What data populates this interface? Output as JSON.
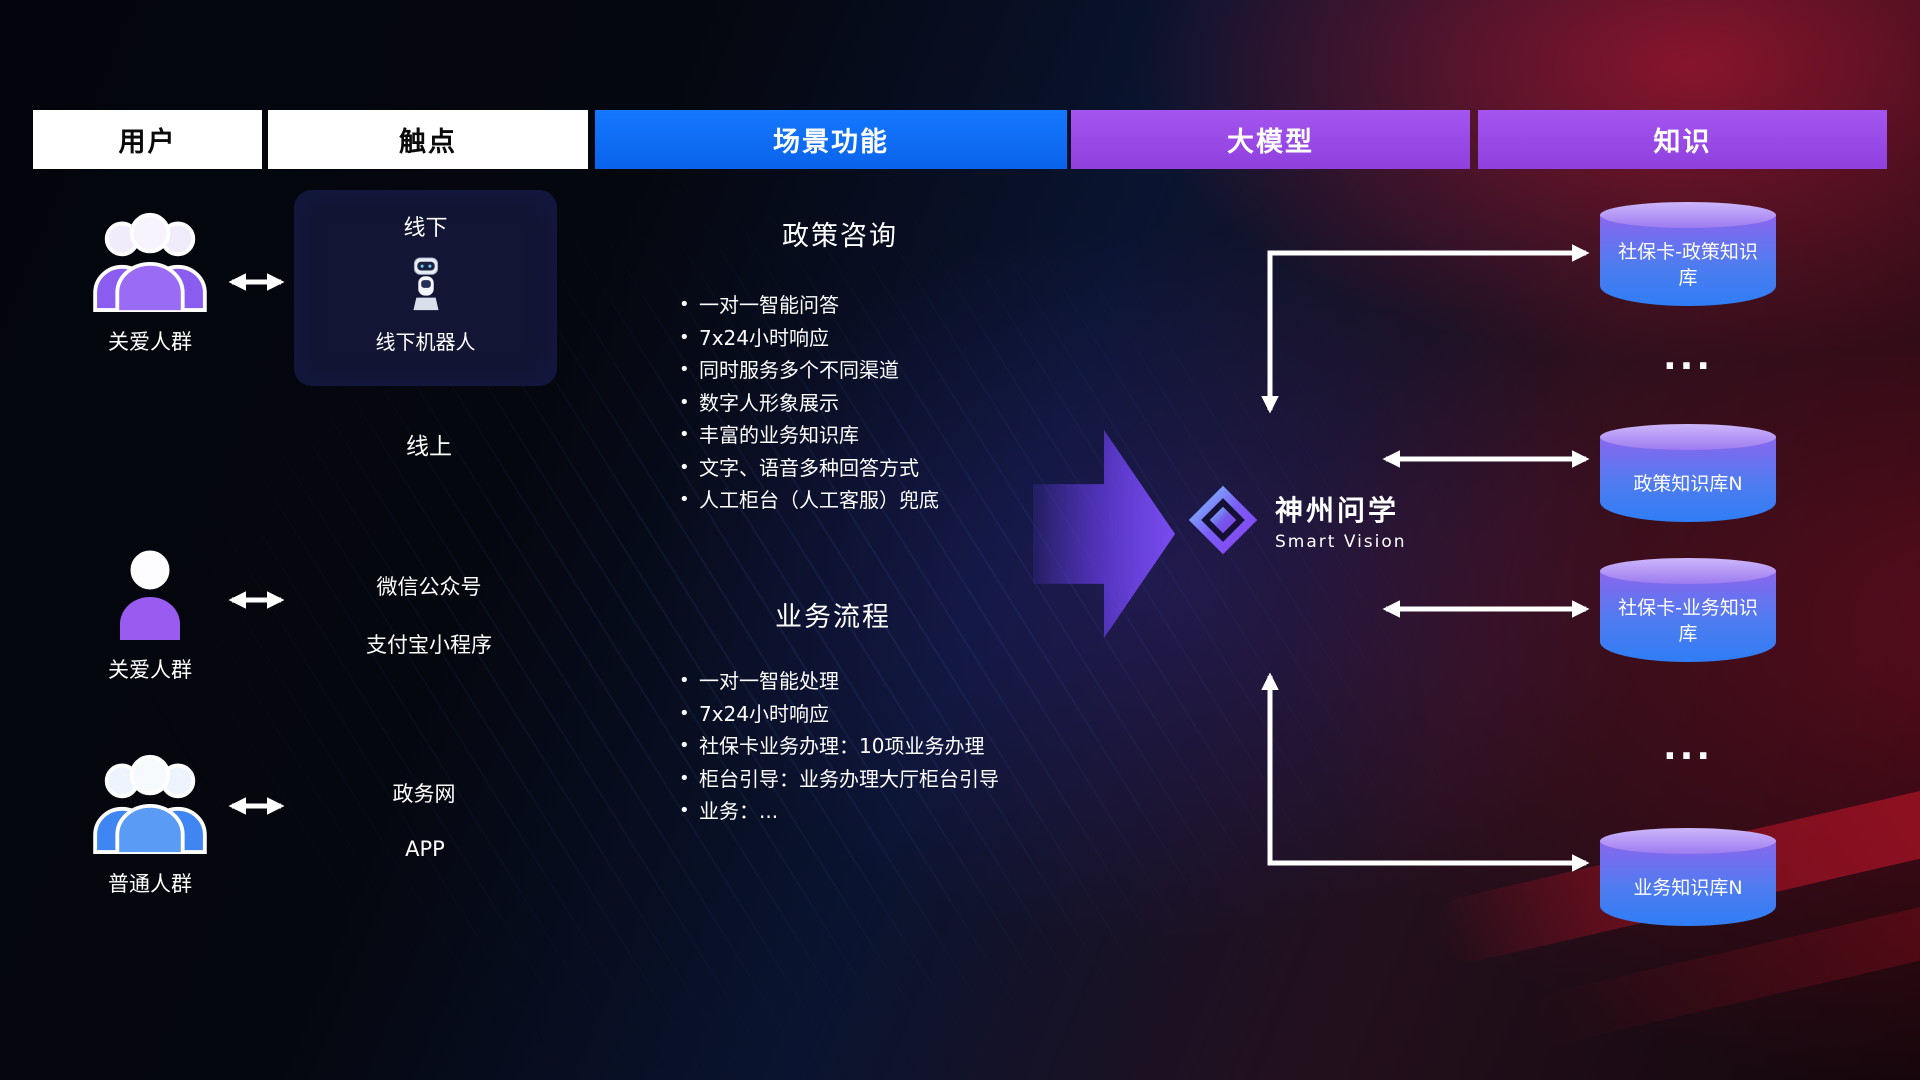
{
  "colors": {
    "header_white": "#ffffff",
    "header_blue": "#0a6cf6",
    "header_purple": "#9a4be8",
    "accent_purple": "#8a5cf0",
    "accent_blue": "#3f86f2",
    "cylinder_top": "#b79df8",
    "cylinder_body": "#3b7df5",
    "connector_white": "#ffffff",
    "background_red": "#8e1020",
    "background_navy": "#0a1430"
  },
  "header": {
    "columns": [
      {
        "label": "用户"
      },
      {
        "label": "触点"
      },
      {
        "label": "场景功能"
      },
      {
        "label": "大模型"
      },
      {
        "label": "知识"
      }
    ]
  },
  "users": [
    {
      "label": "关爱人群",
      "icon": "group-purple"
    },
    {
      "label": "关爱人群",
      "icon": "person-purple"
    },
    {
      "label": "普通人群",
      "icon": "group-blue"
    }
  ],
  "touchpoints": {
    "offline": {
      "title": "线下",
      "robot_label": "线下机器人"
    },
    "online_title": "线上",
    "online_channels_care": [
      "微信公众号",
      "支付宝小程序"
    ],
    "online_channels_general": [
      "政务网",
      "APP"
    ]
  },
  "scenarios": {
    "policy": {
      "title": "政策咨询",
      "items": [
        "一对一智能问答",
        "7x24小时响应",
        "同时服务多个不同渠道",
        "数字人形象展示",
        "丰富的业务知识库",
        "文字、语音多种回答方式",
        "人工柜台（人工客服）兜底"
      ]
    },
    "business": {
      "title": "业务流程",
      "items": [
        "一对一智能处理",
        "7x24小时响应",
        "社保卡业务办理：10项业务办理",
        "柜台引导：业务办理大厅柜台引导",
        "业务：..."
      ]
    }
  },
  "model": {
    "name": "神州问学",
    "subtitle": "Smart Vision"
  },
  "knowledge": {
    "databases": [
      {
        "label": "社保卡-政策知识库"
      },
      {
        "label": "政策知识库N"
      },
      {
        "label": "社保卡-业务知识库"
      },
      {
        "label": "业务知识库N"
      }
    ],
    "ellipsis": "..."
  }
}
